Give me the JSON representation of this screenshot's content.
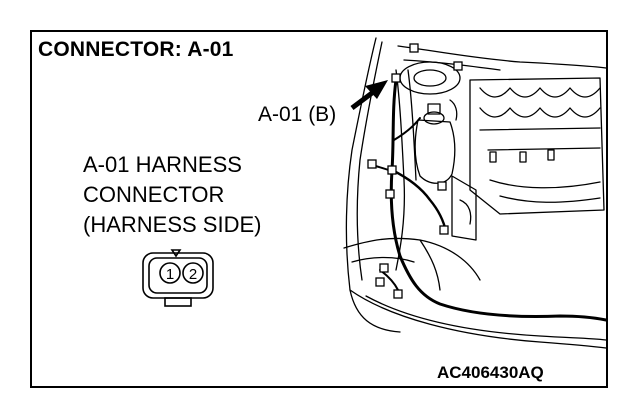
{
  "title": "CONNECTOR: A-01",
  "callout_label": "A-01 (B)",
  "harness_lines": [
    "A-01 HARNESS",
    "CONNECTOR",
    "(HARNESS SIDE)"
  ],
  "pins": [
    "1",
    "2"
  ],
  "figure_id": "AC406430AQ",
  "colors": {
    "ink": "#000000",
    "paper": "#ffffff"
  },
  "icons": [
    "connector-face-icon",
    "callout-arrow-icon"
  ]
}
